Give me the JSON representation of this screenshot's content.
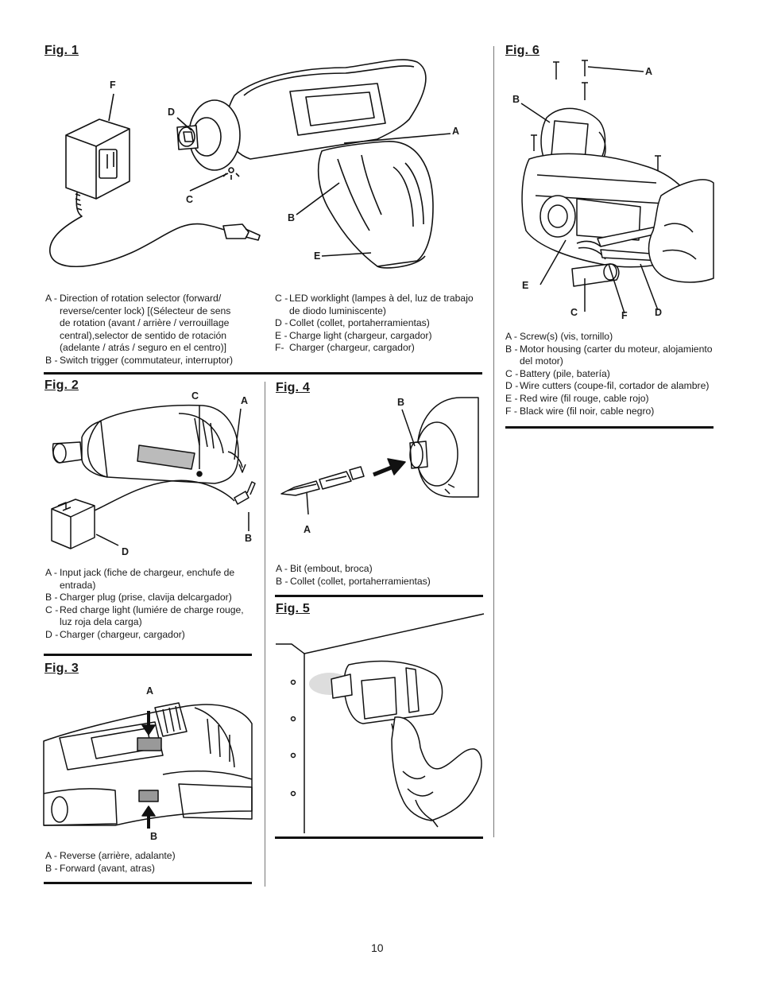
{
  "figures": {
    "fig1": {
      "title": "Fig. 1",
      "callouts": {
        "A": "A",
        "B": "B",
        "C": "C",
        "D": "D",
        "E": "E",
        "F": "F"
      },
      "legend_left": [
        {
          "key": "A -",
          "text": "Direction of rotation selector (forward/ reverse/center lock) [(Sélecteur de sens de rotation (avant / arrière / verrouillage central),selector de sentido de rotación (adelante / atrás / seguro en el centro)]"
        },
        {
          "key": "B -",
          "text": "Switch trigger (commutateur, interruptor)"
        }
      ],
      "legend_right": [
        {
          "key": "C -",
          "text": "LED worklight (lampes à del, luz de trabajo de diodo luminiscente)"
        },
        {
          "key": "D -",
          "text": "Collet (collet, portaherramientas)"
        },
        {
          "key": "E -",
          "text": "Charge light (chargeur, cargador)"
        },
        {
          "key": "F-",
          "text": "Charger (chargeur, cargador)"
        }
      ]
    },
    "fig2": {
      "title": "Fig. 2",
      "callouts": {
        "A": "A",
        "B": "B",
        "C": "C",
        "D": "D"
      },
      "legend": [
        {
          "key": "A -",
          "text": "Input jack (fiche de chargeur, enchufe de entrada)"
        },
        {
          "key": "B -",
          "text": "Charger plug (prise, clavija delcargador)"
        },
        {
          "key": "C -",
          "text": "Red charge light (lumiére de charge rouge, luz roja dela carga)"
        },
        {
          "key": "D -",
          "text": "Charger (chargeur, cargador)"
        }
      ]
    },
    "fig3": {
      "title": "Fig. 3",
      "callouts": {
        "A": "A",
        "B": "B"
      },
      "legend": [
        {
          "key": "A -",
          "text": "Reverse (arrière, adalante)"
        },
        {
          "key": "B -",
          "text": "Forward (avant, atras)"
        }
      ]
    },
    "fig4": {
      "title": "Fig. 4",
      "callouts": {
        "A": "A",
        "B": "B"
      },
      "legend": [
        {
          "key": "A -",
          "text": "Bit (embout, broca)"
        },
        {
          "key": "B -",
          "text": "Collet (collet, portaherramientas)"
        }
      ]
    },
    "fig5": {
      "title": "Fig. 5"
    },
    "fig6": {
      "title": "Fig. 6",
      "callouts": {
        "A": "A",
        "B": "B",
        "C": "C",
        "D": "D",
        "E": "E",
        "F": "F"
      },
      "legend": [
        {
          "key": "A -",
          "text": "Screw(s) (vis, tornillo)"
        },
        {
          "key": "B -",
          "text": "Motor housing (carter du moteur, alojamiento del motor)"
        },
        {
          "key": "C -",
          "text": "Battery (pile, batería)"
        },
        {
          "key": "D -",
          "text": "Wire cutters (coupe-fil, cortador de alambre)"
        },
        {
          "key": "E -",
          "text": "Red wire (fil rouge, cable rojo)"
        },
        {
          "key": "F -",
          "text": "Black wire (fil noir, cable negro)"
        }
      ]
    }
  },
  "page_number": "10"
}
